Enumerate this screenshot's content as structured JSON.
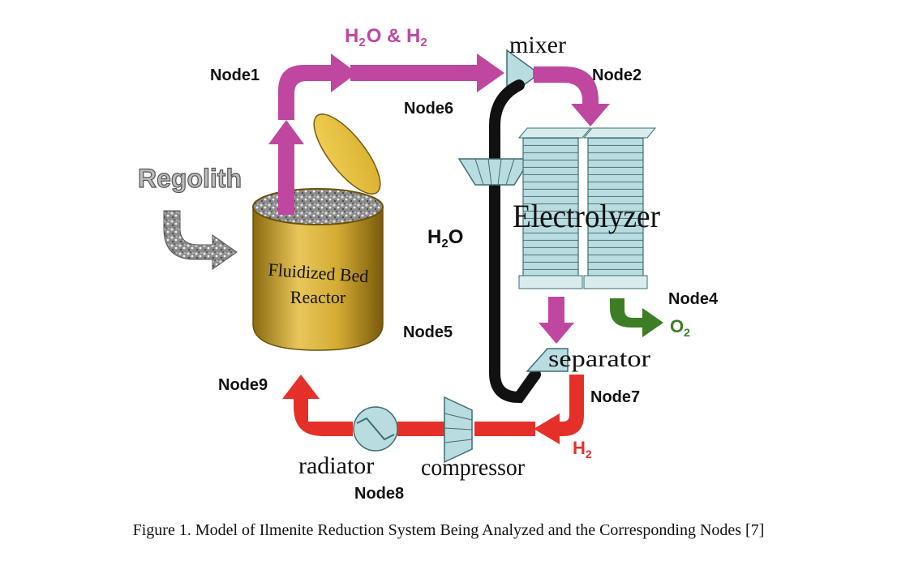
{
  "diagram": {
    "nodes": {
      "node1": "Node1",
      "node2": "Node2",
      "node4": "Node4",
      "node5": "Node5",
      "node6": "Node6",
      "node7": "Node7",
      "node8": "Node8",
      "node9": "Node9"
    },
    "components": {
      "mixer": "mixer",
      "electrolyzer": "Electrolyzer",
      "separator": "separator",
      "radiator": "radiator",
      "compressor": "compressor",
      "reactor_line1": "Fluidized Bed",
      "reactor_line2": "Reactor",
      "regolith": "Regolith"
    },
    "streams": {
      "h2o_h2": {
        "base1": "H",
        "sub1": "2",
        "mid": "O & H",
        "sub2": "2"
      },
      "h2o": {
        "base": "H",
        "sub": "2",
        "tail": "O"
      },
      "o2": {
        "base": "O",
        "sub": "2"
      },
      "h2": {
        "base": "H",
        "sub": "2"
      }
    },
    "colors": {
      "h2o_h2_stream": "#c0479f",
      "h2o_return_line": "#111111",
      "o2_stream": "#3d7d26",
      "h2_stream": "#e5302a",
      "equipment": "#b9dce0",
      "reactor_gold": "#c9a227"
    }
  },
  "caption": "Figure 1. Model of Ilmenite Reduction System Being Analyzed and the Corresponding Nodes [7]"
}
